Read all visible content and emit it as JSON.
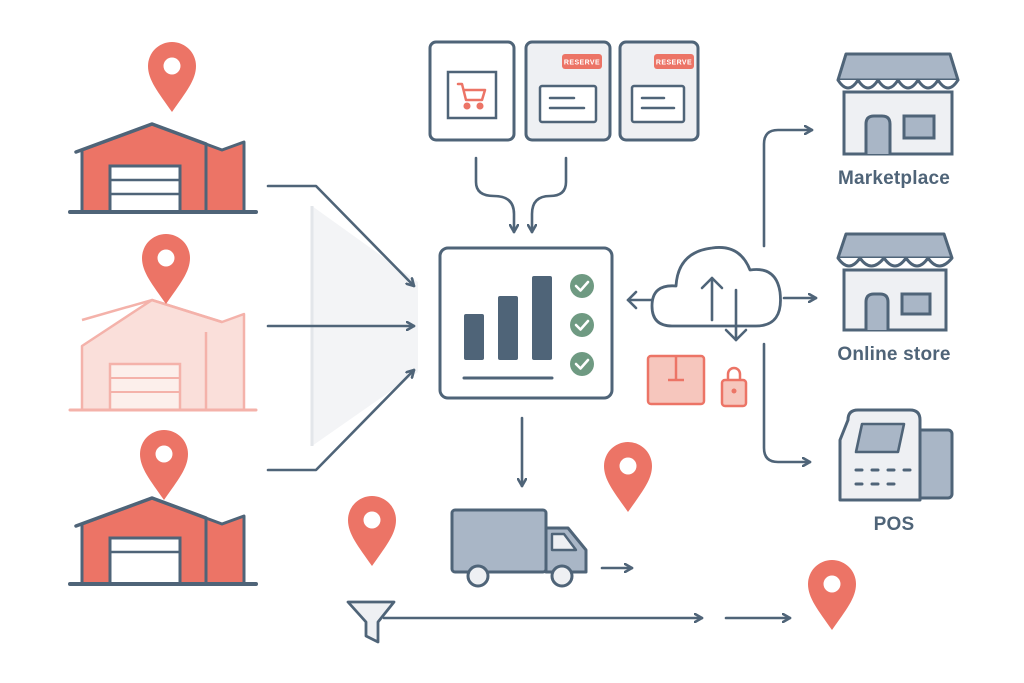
{
  "colors": {
    "accent": "#ec7466",
    "accent_light": "#f6c6bd",
    "stroke": "#4f6478",
    "panel": "#eef0f3",
    "truck": "#a9b6c6",
    "check": "#6f9a82"
  },
  "channels": {
    "marketplace": "Marketplace",
    "online_store": "Online store",
    "pos": "POS"
  },
  "order_cards": {
    "reserve_tag_1": "RESERVE",
    "reserve_tag_2": "RESERVE"
  },
  "icons": [
    "location-pin-icon",
    "warehouse-icon",
    "shopping-cart-icon",
    "bar-chart-icon",
    "check-icon",
    "cloud-sync-icon",
    "package-icon",
    "lock-icon",
    "storefront-icon",
    "pos-terminal-icon",
    "delivery-truck-icon",
    "funnel-icon",
    "arrow-icon"
  ]
}
